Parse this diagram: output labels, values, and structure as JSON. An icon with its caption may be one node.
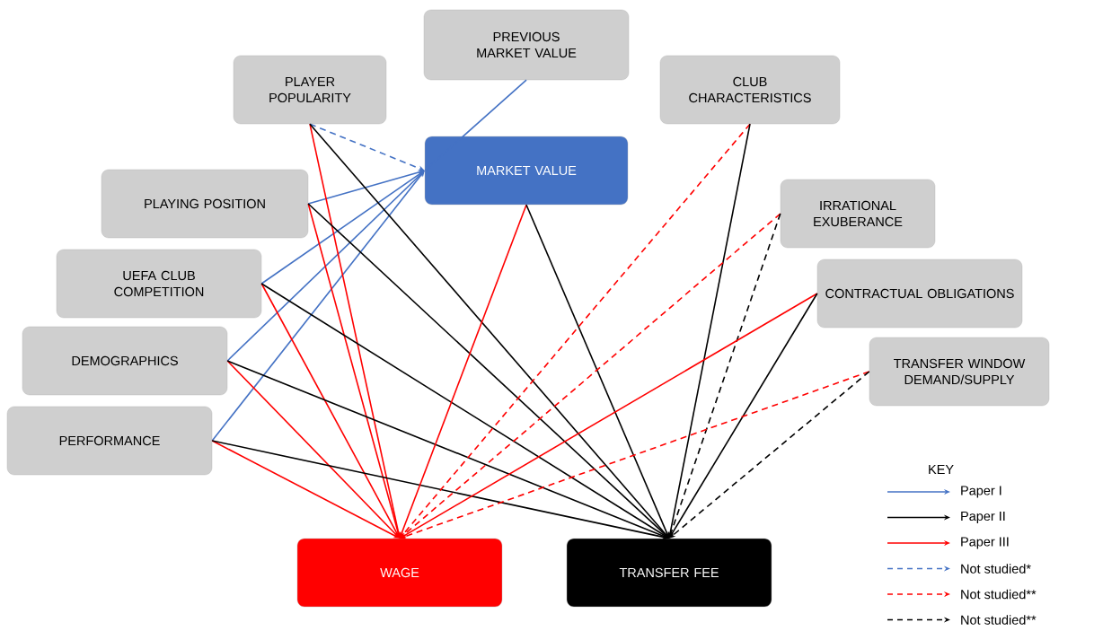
{
  "diagram": {
    "nodes": [
      {
        "text": [
          "PLAYER POPULARITY"
        ]
      },
      {
        "text": [
          "PREVIOUS MARKET VALUE"
        ]
      },
      {
        "text": [
          "CLUB CHARACTERISTICS"
        ]
      },
      {
        "text": [
          "MARKET VALUE"
        ]
      },
      {
        "text": [
          "PLAYING POSITION"
        ]
      },
      {
        "text": [
          "IRRATIONAL EXUBERANCE"
        ]
      },
      {
        "text": [
          "UEFA CLUB COMPETITION"
        ]
      },
      {
        "text": [
          "CONTRACTUAL OBLIGATIONS"
        ]
      },
      {
        "text": [
          "DEMOGRAPHICS"
        ]
      },
      {
        "text": [
          "TRANSFER WINDOW DEMAND/SUPPLY"
        ]
      },
      {
        "text": [
          "PERFORMANCE"
        ]
      },
      {
        "text": [
          "WAGE"
        ]
      },
      {
        "text": [
          "TRANSFER FEE"
        ]
      }
    ],
    "edges": [
      {
        "from": 1,
        "to": 3,
        "arrow": "to",
        "color": "#4472c4"
      },
      {
        "from": 0,
        "to": 3,
        "arrow": "to",
        "style": "dashed",
        "color": "#4472c4"
      },
      {
        "from": 4,
        "to": 3,
        "arrow": "to",
        "color": "#4472c4"
      },
      {
        "from": 6,
        "to": 3,
        "arrow": "to",
        "color": "#4472c4"
      },
      {
        "from": 8,
        "to": 3,
        "arrow": "to",
        "color": "#4472c4"
      },
      {
        "from": 10,
        "to": 3,
        "arrow": "to",
        "color": "#4472c4"
      },
      {
        "from": 0,
        "to": 11,
        "arrow": "to",
        "color": "#ff0000"
      },
      {
        "from": 0,
        "to": 12,
        "arrow": "to",
        "color": "#000000"
      },
      {
        "from": 4,
        "to": 11,
        "arrow": "to",
        "color": "#ff0000"
      },
      {
        "from": 4,
        "to": 12,
        "arrow": "to",
        "color": "#000000"
      },
      {
        "from": 6,
        "to": 11,
        "arrow": "to",
        "color": "#ff0000"
      },
      {
        "from": 6,
        "to": 12,
        "arrow": "to",
        "color": "#000000"
      },
      {
        "from": 8,
        "to": 11,
        "arrow": "to",
        "color": "#ff0000"
      },
      {
        "from": 8,
        "to": 12,
        "arrow": "to",
        "color": "#000000"
      },
      {
        "from": 10,
        "to": 11,
        "arrow": "to",
        "color": "#ff0000"
      },
      {
        "from": 10,
        "to": 12,
        "arrow": "to",
        "color": "#000000"
      },
      {
        "from": 3,
        "to": 11,
        "arrow": "to",
        "color": "#ff0000"
      },
      {
        "from": 3,
        "to": 12,
        "arrow": "to",
        "color": "#000000"
      },
      {
        "from": 2,
        "to": 11,
        "arrow": "to",
        "style": "dashed",
        "color": "#ff0000"
      },
      {
        "from": 2,
        "to": 12,
        "arrow": "to",
        "color": "#000000"
      },
      {
        "from": 5,
        "to": 11,
        "arrow": "to",
        "style": "dashed",
        "color": "#ff0000"
      },
      {
        "from": 5,
        "to": 12,
        "arrow": "to",
        "style": "dashed",
        "color": "#000000"
      },
      {
        "from": 7,
        "to": 11,
        "arrow": "to",
        "color": "#ff0000"
      },
      {
        "from": 7,
        "to": 12,
        "arrow": "to",
        "color": "#000000"
      },
      {
        "from": 9,
        "to": 11,
        "arrow": "to",
        "style": "dashed",
        "color": "#ff0000"
      },
      {
        "from": 9,
        "to": 12,
        "arrow": "to",
        "style": "dashed",
        "color": "#000000"
      }
    ],
    "labels": [
      "KEY"
    ],
    "legend": [
      {
        "text": "Paper I"
      },
      {
        "text": "Paper II"
      },
      {
        "text": "Paper III"
      },
      {
        "text": "Not studied*"
      },
      {
        "text": "Not studied**"
      },
      {
        "text": "Not studied**"
      }
    ]
  }
}
